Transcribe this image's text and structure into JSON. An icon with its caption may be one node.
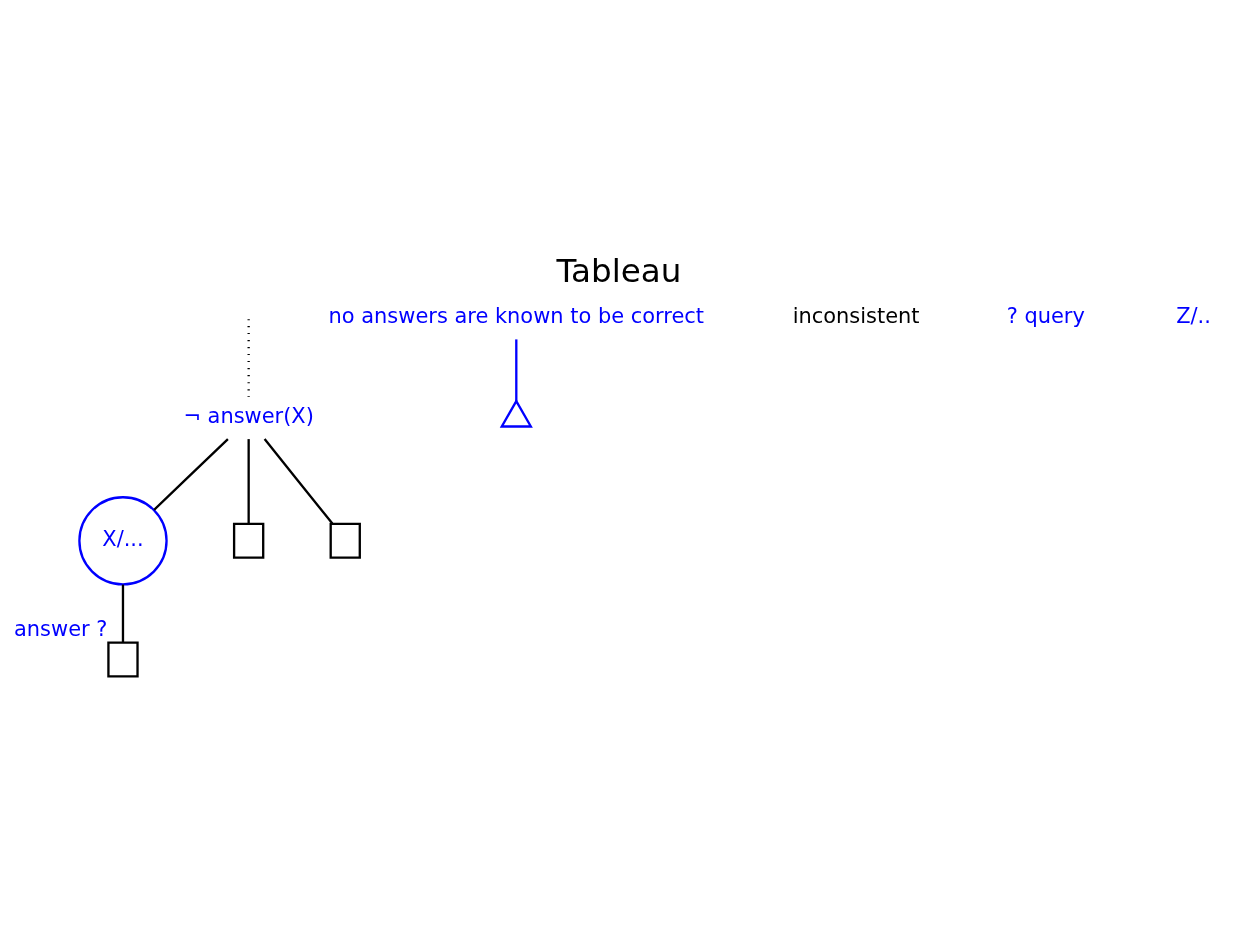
{
  "diagram": {
    "title": "Tableau",
    "nodes": [
      {
        "text": [
          "¬ answer(X)"
        ]
      },
      {
        "text": [
          "X/..."
        ]
      },
      {
        "text": [],
        "shape": "box",
        "beside": [
          "answer ?"
        ]
      },
      {
        "text": [],
        "shape": "box"
      },
      {
        "text": [],
        "shape": "box"
      },
      {
        "text": [
          "no answers are known to be correct"
        ]
      },
      {
        "text": [],
        "shape": "triangle"
      }
    ],
    "edges": [
      {
        "from": null,
        "to": 0,
        "arrow": "none",
        "style": "dashed"
      },
      {
        "from": 0,
        "to": 1,
        "arrow": "none"
      },
      {
        "from": 1,
        "to": 2,
        "arrow": "none"
      },
      {
        "from": 0,
        "to": 3,
        "arrow": "none"
      },
      {
        "from": 0,
        "to": 4,
        "arrow": "none"
      },
      {
        "from": 5,
        "to": 6,
        "arrow": "none",
        "color": "#0000ff"
      }
    ],
    "labels": [
      "inconsistent",
      "? query",
      "Z/.."
    ]
  }
}
